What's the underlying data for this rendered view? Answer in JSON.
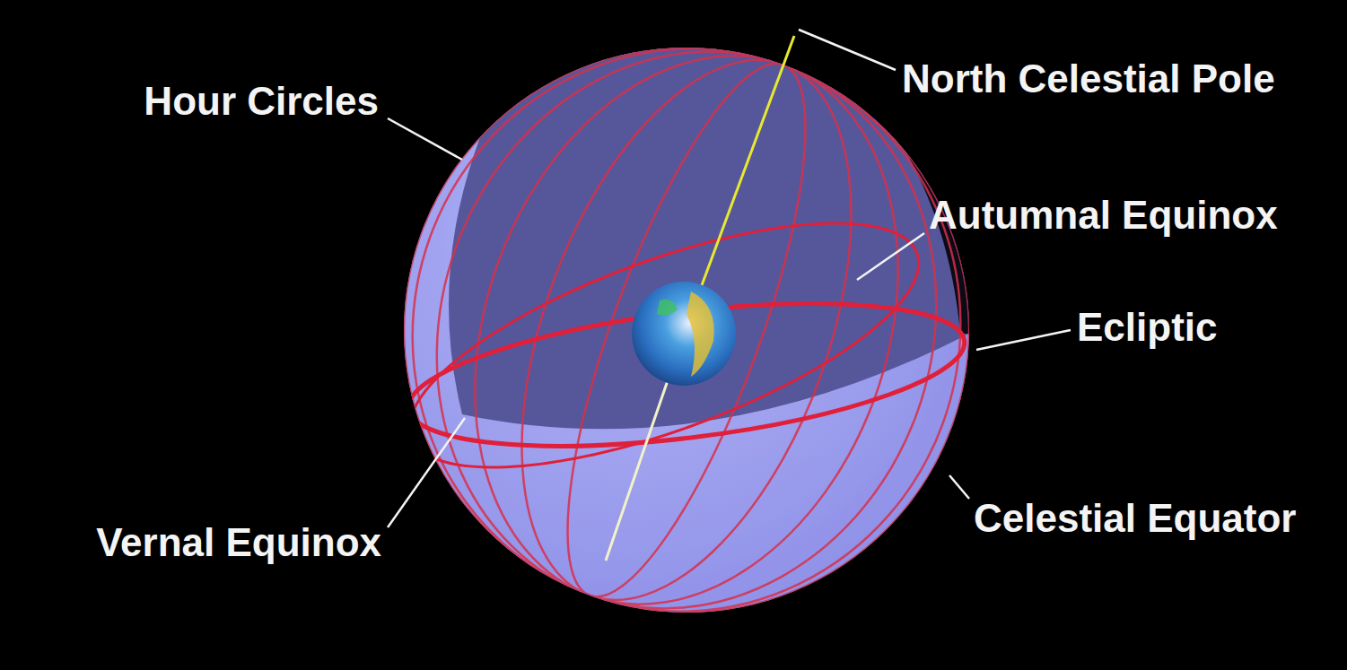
{
  "diagram": {
    "labels": [
      "Hour Circles",
      "North Celestial Pole",
      "Autumnal Equinox",
      "Ecliptic",
      "Celestial Equator",
      "Vernal Equinox"
    ]
  }
}
